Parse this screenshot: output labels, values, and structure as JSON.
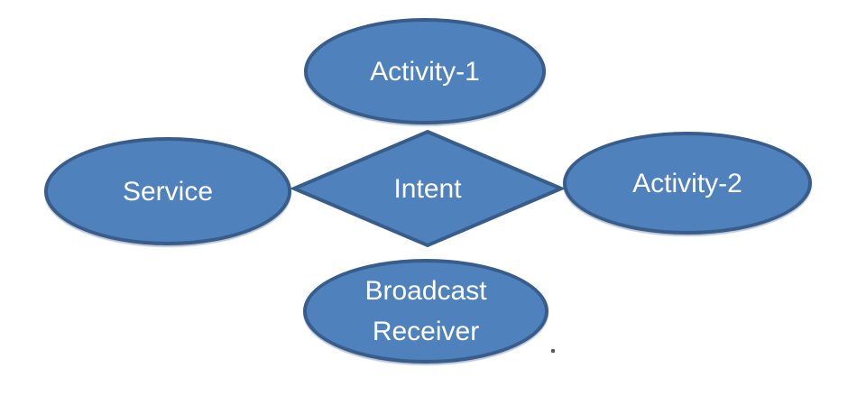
{
  "diagram": {
    "type": "android-intent-component-diagram",
    "nodes": {
      "activity1": {
        "label": "Activity-1",
        "shape": "ellipse",
        "position": "top"
      },
      "service": {
        "label": "Service",
        "shape": "ellipse",
        "position": "left"
      },
      "intent": {
        "label": "Intent",
        "shape": "diamond",
        "position": "center"
      },
      "activity2": {
        "label": "Activity-2",
        "shape": "ellipse",
        "position": "right"
      },
      "broadcast_receiver": {
        "label": "Broadcast Receiver",
        "shape": "ellipse",
        "position": "bottom"
      }
    },
    "colors": {
      "shape_fill": "#4F81BD",
      "shape_border": "#385D8A",
      "label_text": "#FFFFFF",
      "background": "#FFFFFF",
      "stray_dot": "#595959"
    }
  }
}
